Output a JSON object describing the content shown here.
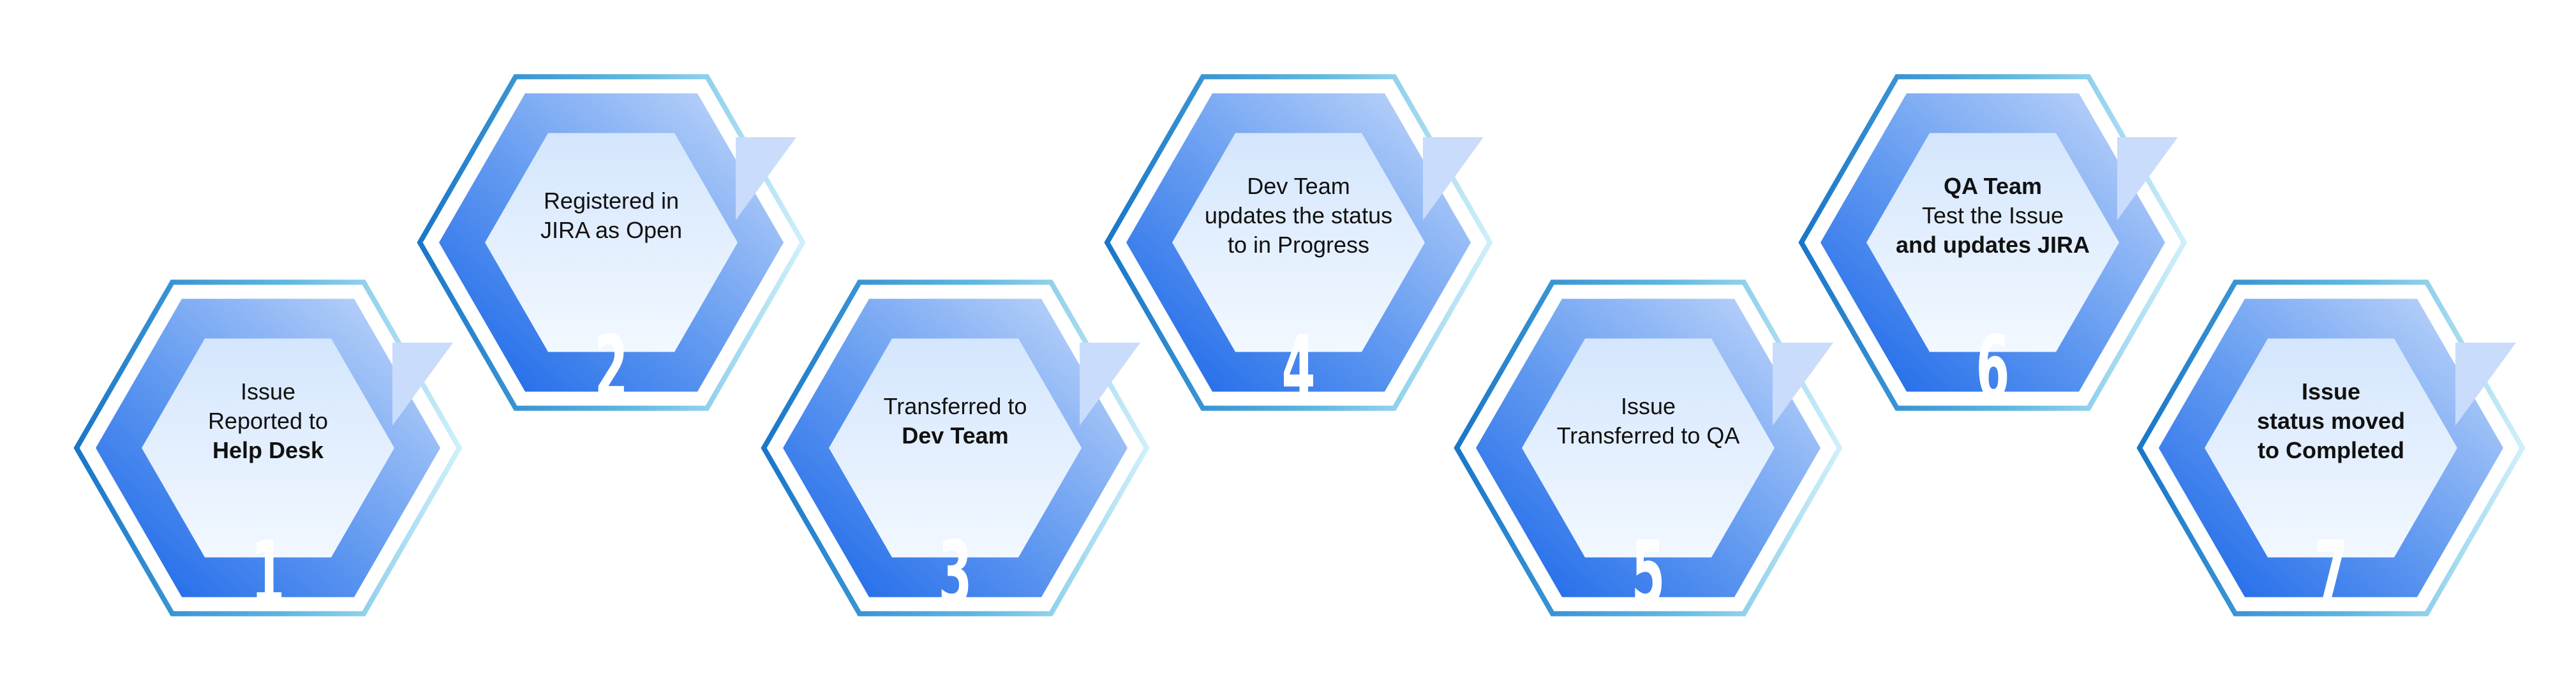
{
  "diagram": {
    "colors": {
      "outer_stroke_start": "#1a76c8",
      "outer_stroke_end": "#cfeffa",
      "ring_dark": "#1562e8",
      "ring_light": "#c9dcfb",
      "core_top": "#d4e6fd",
      "core_bottom": "#f2f8ff",
      "text": "#111111",
      "number": "#ffffff"
    },
    "steps": [
      {
        "number": "1",
        "lines": [
          {
            "text": "Issue",
            "bold": false
          },
          {
            "text": "Reported to",
            "bold": false
          },
          {
            "text": "Help Desk",
            "bold": true
          }
        ]
      },
      {
        "number": "2",
        "lines": [
          {
            "text": "Registered in",
            "bold": false
          },
          {
            "text": "JIRA as Open",
            "bold": false
          }
        ]
      },
      {
        "number": "3",
        "lines": [
          {
            "text": "Transferred to",
            "bold": false
          },
          {
            "text": "Dev Team",
            "bold": true
          }
        ]
      },
      {
        "number": "4",
        "lines": [
          {
            "text": "Dev Team",
            "bold": false
          },
          {
            "text": "updates the status",
            "bold": false
          },
          {
            "text": "to in Progress",
            "bold": false
          }
        ]
      },
      {
        "number": "5",
        "lines": [
          {
            "text": "Issue",
            "bold": false
          },
          {
            "text": "Transferred to QA",
            "bold": false
          }
        ]
      },
      {
        "number": "6",
        "lines": [
          {
            "text": "QA Team",
            "bold": true
          },
          {
            "text": "Test the Issue",
            "bold": false
          },
          {
            "text": "and updates JIRA",
            "bold": true
          }
        ]
      },
      {
        "number": "7",
        "lines": [
          {
            "text": "Issue",
            "bold": true
          },
          {
            "text": "status moved",
            "bold": true
          },
          {
            "text": "to Completed",
            "bold": true
          }
        ]
      }
    ]
  }
}
